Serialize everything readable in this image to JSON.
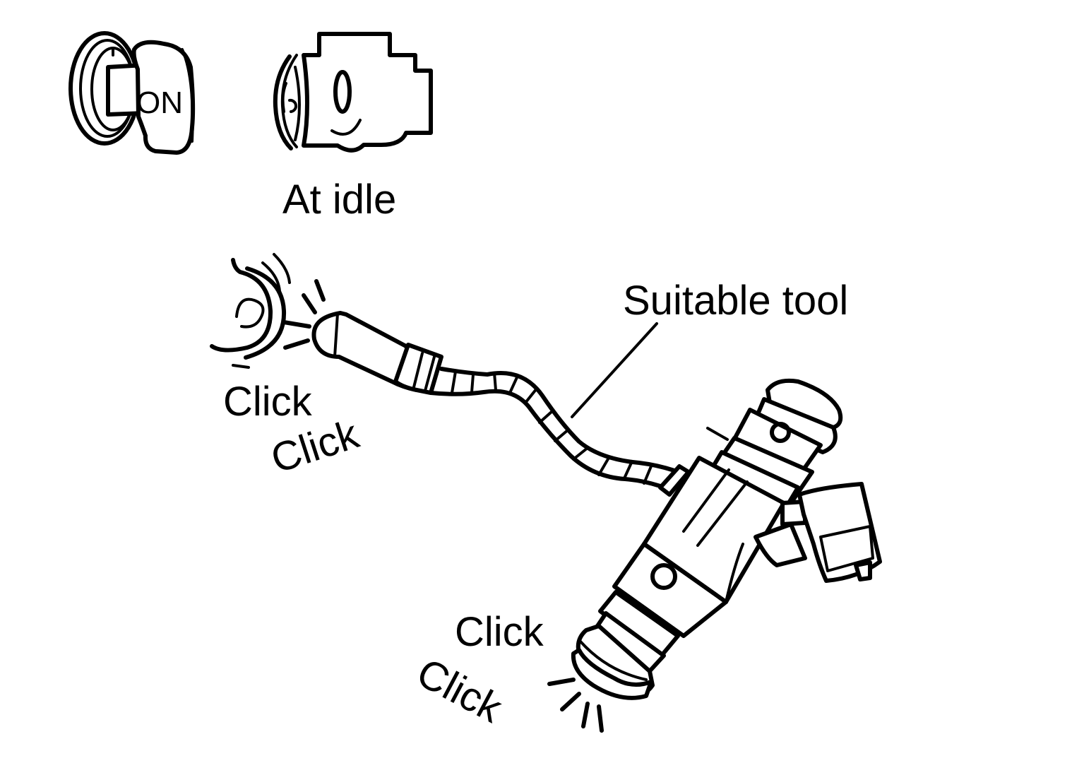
{
  "labels": {
    "key_position": "ON",
    "engine_state": "At idle",
    "tool": "Suitable tool",
    "click_1": "Click",
    "click_2": "Click",
    "click_3": "Click",
    "click_4": "Click"
  },
  "icons": {
    "ignition_key": "ignition-key-icon",
    "engine": "engine-icon",
    "ear": "ear-icon",
    "injector": "fuel-injector-icon"
  },
  "colors": {
    "ink": "#000000",
    "background": "#ffffff"
  }
}
